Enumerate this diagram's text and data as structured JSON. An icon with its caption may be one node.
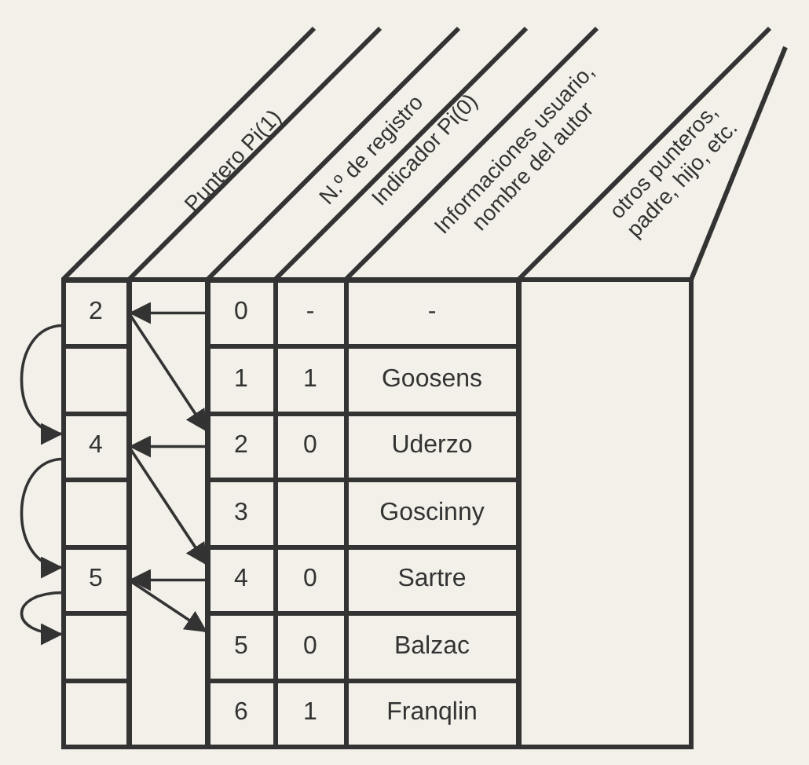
{
  "diagram": {
    "nodes": [
      {
        "text": [
          "2"
        ]
      },
      {
        "text": [],
        "shape": "box"
      },
      {
        "text": [
          "4"
        ]
      },
      {
        "text": [],
        "shape": "box"
      },
      {
        "text": [
          "5"
        ]
      },
      {
        "text": [],
        "shape": "box"
      },
      {
        "text": [],
        "shape": "box"
      },
      {
        "text": [
          "0"
        ]
      },
      {
        "text": [
          "1"
        ]
      },
      {
        "text": [
          "2"
        ]
      },
      {
        "text": [
          "3"
        ]
      },
      {
        "text": [
          "4"
        ]
      },
      {
        "text": [
          "5"
        ]
      },
      {
        "text": [
          "6"
        ]
      }
    ],
    "edges": [
      {
        "from": 7,
        "to": 0,
        "arrow": "to"
      },
      {
        "from": 0,
        "to": 9,
        "arrow": "to"
      },
      {
        "from": 9,
        "to": 2,
        "arrow": "to"
      },
      {
        "from": 2,
        "to": 11,
        "arrow": "to"
      },
      {
        "from": 11,
        "to": 4,
        "arrow": "to"
      },
      {
        "from": 4,
        "to": 12,
        "arrow": "to"
      },
      {
        "from": 0,
        "to": 2,
        "arrow": "to"
      },
      {
        "from": 2,
        "to": 4,
        "arrow": "to"
      },
      {
        "from": 4,
        "to": 5,
        "arrow": "to"
      }
    ],
    "labels": [
      "Puntero Pi(1)",
      "N.º de registro",
      "Indicador Pi(0)",
      "Informaciones usuario, nombre del autor",
      "otros punteros, padre, hijo, etc.",
      "-",
      "-",
      "1",
      "Goosens",
      "0",
      "Uderzo",
      "Goscinny",
      "0",
      "Sartre",
      "0",
      "Balzac",
      "1",
      "Franqlin"
    ]
  }
}
